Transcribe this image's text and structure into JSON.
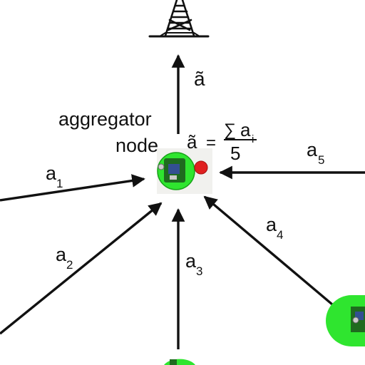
{
  "labels": {
    "output": "ã",
    "aggregator_line1": "aggregator",
    "aggregator_line2": "node",
    "formula_lhs": "ã",
    "formula_eq": "=",
    "formula_sum": "∑",
    "formula_var": "a",
    "formula_index": "i",
    "formula_den": "5"
  },
  "inputs": [
    {
      "base": "a",
      "sub": "1"
    },
    {
      "base": "a",
      "sub": "2"
    },
    {
      "base": "a",
      "sub": "3"
    },
    {
      "base": "a",
      "sub": "4"
    },
    {
      "base": "a",
      "sub": "5"
    }
  ],
  "colors": {
    "arrow": "#111111",
    "node_green": "#2fe52f",
    "node_board": "#1f6b1f",
    "red_led": "#e02020"
  },
  "icons": [
    "cell-tower-icon",
    "sensor-node-icon"
  ]
}
